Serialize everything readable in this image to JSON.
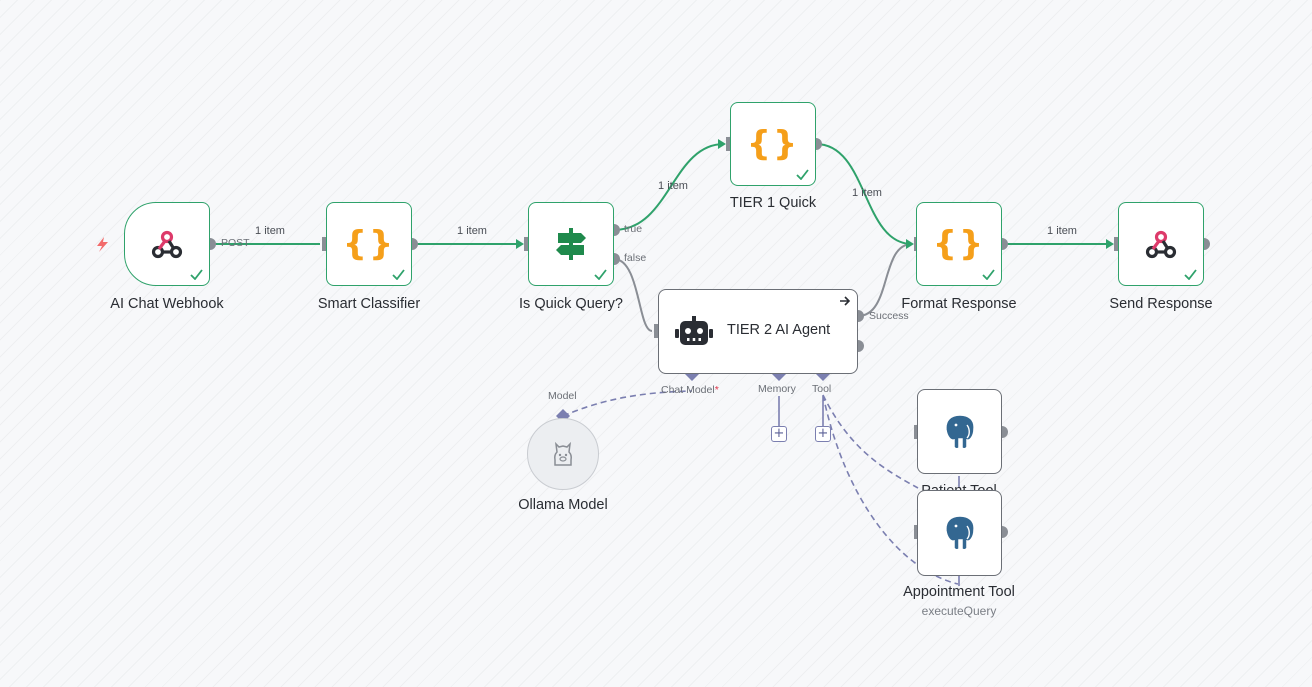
{
  "workflow": {
    "nodes": {
      "ai_chat_webhook": {
        "label": "AI Chat Webhook",
        "output_port": "POST"
      },
      "smart_classifier": {
        "label": "Smart Classifier"
      },
      "is_quick_query": {
        "label": "Is Quick Query?",
        "true_port": "true",
        "false_port": "false"
      },
      "tier1_quick": {
        "label": "TIER 1 Quick"
      },
      "tier2_ai_agent": {
        "label": "TIER 2 AI Agent",
        "success_port": "Success",
        "chat_model_port": "Chat Model",
        "required_marker": "*",
        "memory_port": "Memory",
        "tool_port": "Tool"
      },
      "format_response": {
        "label": "Format Response"
      },
      "send_response": {
        "label": "Send Response"
      },
      "ollama_model": {
        "label": "Ollama Model",
        "port": "Model"
      },
      "patient_tool": {
        "label": "Patient Tool"
      },
      "appointment_tool": {
        "label": "Appointment Tool",
        "subtitle": "executeQuery"
      }
    },
    "edges": {
      "webhook_to_classifier": "1 item",
      "classifier_to_if": "1 item",
      "if_to_tier1": "1 item",
      "tier1_to_format": "1 item",
      "format_to_send": "1 item"
    },
    "add_memory_button": "+",
    "add_tool_button": "+",
    "colors": {
      "success_green": "#2fa26b",
      "edge_gray": "#8a8e95",
      "ai_port_purple": "#7b7fb0",
      "code_orange": "#f59f1a",
      "webhook_pink": "#dd3a6a",
      "if_green": "#1f8a4c",
      "postgres_blue": "#336791"
    },
    "icons": {
      "webhook": "webhook-icon",
      "code": "code-braces-icon",
      "if": "signpost-icon",
      "agent": "robot-icon",
      "ollama": "llama-icon",
      "postgres": "postgres-elephant-icon",
      "trigger": "lightning-bolt-icon"
    }
  }
}
